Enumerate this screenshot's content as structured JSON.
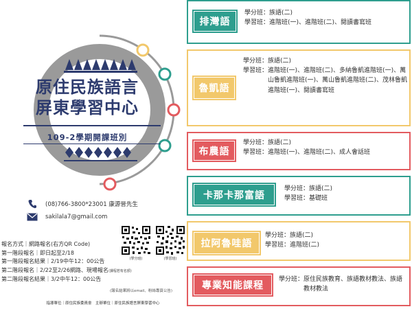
{
  "poster": {
    "title_line1": "原住民族語言",
    "title_line2": "屏東學習中心",
    "subtitle": "109-2學期開課班別",
    "colors": {
      "navy": "#2d3b6e",
      "gray": "#9a9a9a",
      "green": "#2e9e8e",
      "yellow": "#f2c86b",
      "red": "#e35b5f"
    }
  },
  "contact": {
    "phone": "(08)766-3800*23001 康源晉先生",
    "email": "sakilala7@gmail.com",
    "phone_icon": "phone-icon",
    "email_icon": "envelope-icon"
  },
  "qr": {
    "left_caption": "(學分班)",
    "right_caption": "(學習班)"
  },
  "registration": {
    "lines": [
      "報名方式｜網路報名(右方QR Code)",
      "第一階段報名｜即日起至2/18",
      "第一階段報名結果｜2/19中午12：00公告",
      "第二階段報名｜2/22至2/26網路、現場報名",
      "第二階段報名結果｜3/2中午12：00公告"
    ],
    "line4_note": "(課程若有名額)",
    "result_note": "(報名結果將以email、粉絲專頁公告)"
  },
  "footer": {
    "text": "指導單位｜原住民族委員會　主辦單位｜原住民族語言屏東學習中心"
  },
  "courses": [
    {
      "name": "排灣語",
      "color": "green",
      "lines": [
        {
          "label": "學分班：",
          "value": "族語(二)"
        },
        {
          "label": "學習班：",
          "value": "進階班(一)、進階班(二)、閱讀書寫班"
        }
      ]
    },
    {
      "name": "魯凱語",
      "color": "yellow",
      "lines": [
        {
          "label": "學分班：",
          "value": "族語(二)"
        },
        {
          "label": "學習班：",
          "value": "進階班(一)、進階班(二)、多納魯凱進階班(一)、萬山魯凱進階班(一)、萬山魯凱進階班(二)、茂林魯凱進階班(一)、閱讀書寫班"
        }
      ]
    },
    {
      "name": "布農語",
      "color": "red",
      "lines": [
        {
          "label": "學分班：",
          "value": "族語(二)"
        },
        {
          "label": "學習班：",
          "value": "進階班(一)、進階班(二)、成人會話班"
        }
      ]
    },
    {
      "name": "卡那卡那富語",
      "color": "green",
      "lines": [
        {
          "label": "學分班：",
          "value": "族語(二)"
        },
        {
          "label": "學習班：",
          "value": "基礎班"
        }
      ]
    },
    {
      "name": "拉阿魯哇語",
      "color": "yellow",
      "lines": [
        {
          "label": "學分班：",
          "value": "族語(二)"
        },
        {
          "label": "學習班：",
          "value": "進階班(二)"
        }
      ]
    },
    {
      "name": "專業知能課程",
      "color": "red",
      "lines": [
        {
          "label": "學分班：",
          "value": "原住民族教育、族語教材教法、族語教材教法"
        }
      ]
    }
  ]
}
